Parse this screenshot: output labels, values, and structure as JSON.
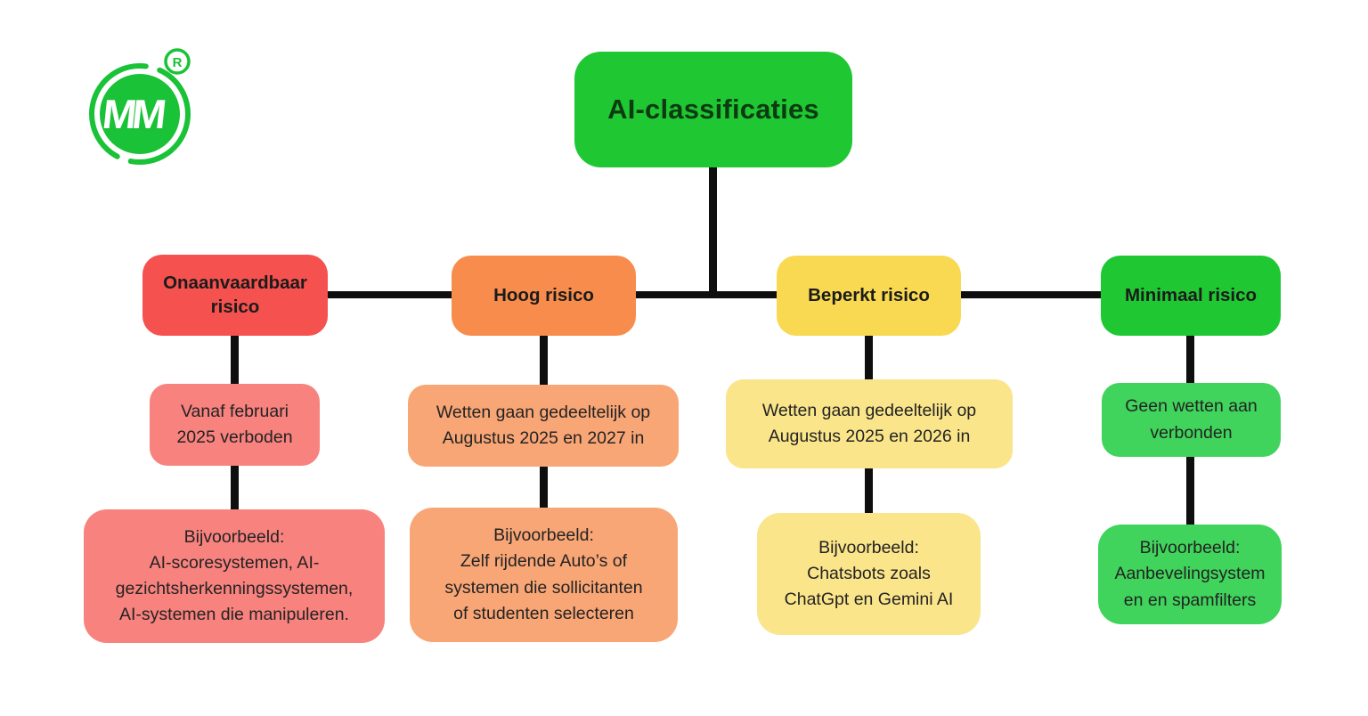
{
  "logo": {
    "monogram": "MM",
    "registered_mark": "R",
    "color": "#19c236"
  },
  "root": {
    "label": "AI-classificaties"
  },
  "colors": {
    "root_green": "#1fc733",
    "green_light": "#40d45c",
    "red": "#f5514e",
    "red_light": "#f8827e",
    "orange": "#f78c4c",
    "orange_light": "#f9a676",
    "yellow": "#f9d951",
    "yellow_light": "#fae58a",
    "connector": "#0e0e0e"
  },
  "branches": [
    {
      "label": "Onaanvaardbaar\nrisico",
      "timeline": "Vanaf februari\n2025 verboden",
      "example": "Bijvoorbeeld:\nAI-scoresystemen, AI-\ngezichtsherkenningssystemen,\nAI-systemen die manipuleren."
    },
    {
      "label": "Hoog risico",
      "timeline": "Wetten gaan gedeeltelijk op\nAugustus 2025 en 2027 in",
      "example": "Bijvoorbeeld:\nZelf rijdende Auto’s of\nsystemen die sollicitanten\nof studenten selecteren"
    },
    {
      "label": "Beperkt risico",
      "timeline": "Wetten gaan gedeeltelijk op\nAugustus 2025 en 2026 in",
      "example": "Bijvoorbeeld:\nChatsbots zoals\nChatGpt en Gemini AI"
    },
    {
      "label": "Minimaal risico",
      "timeline": "Geen wetten aan\nverbonden",
      "example": "Bijvoorbeeld:\nAanbevelingsystem\nen en spamfilters"
    }
  ]
}
